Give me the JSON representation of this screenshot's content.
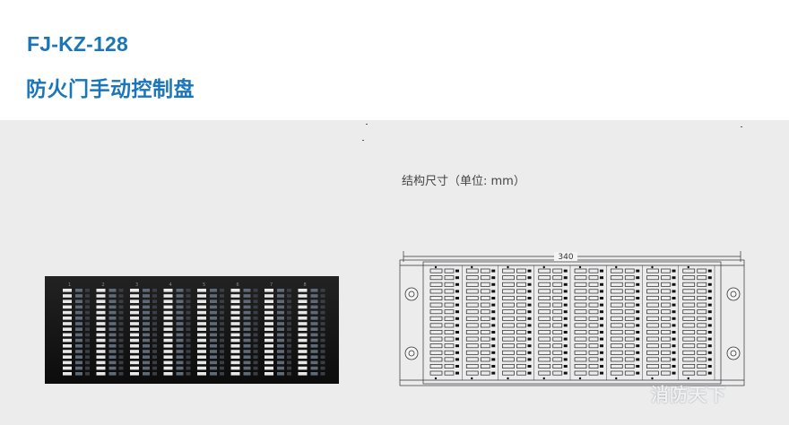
{
  "header": {
    "model": "FJ-KZ-128",
    "product_name": "防火门手动控制盘"
  },
  "drawing": {
    "caption": "结构尺寸（单位: mm）",
    "width_value": "340"
  },
  "panel": {
    "column_labels": [
      "1",
      "2",
      "3",
      "4",
      "5",
      "6",
      "7",
      "8"
    ],
    "rows_per_column": 16
  },
  "watermark": "消防天下",
  "colors": {
    "brand_blue": "#1b76b9",
    "content_bg": "#ececed",
    "panel_black": "#161616"
  }
}
